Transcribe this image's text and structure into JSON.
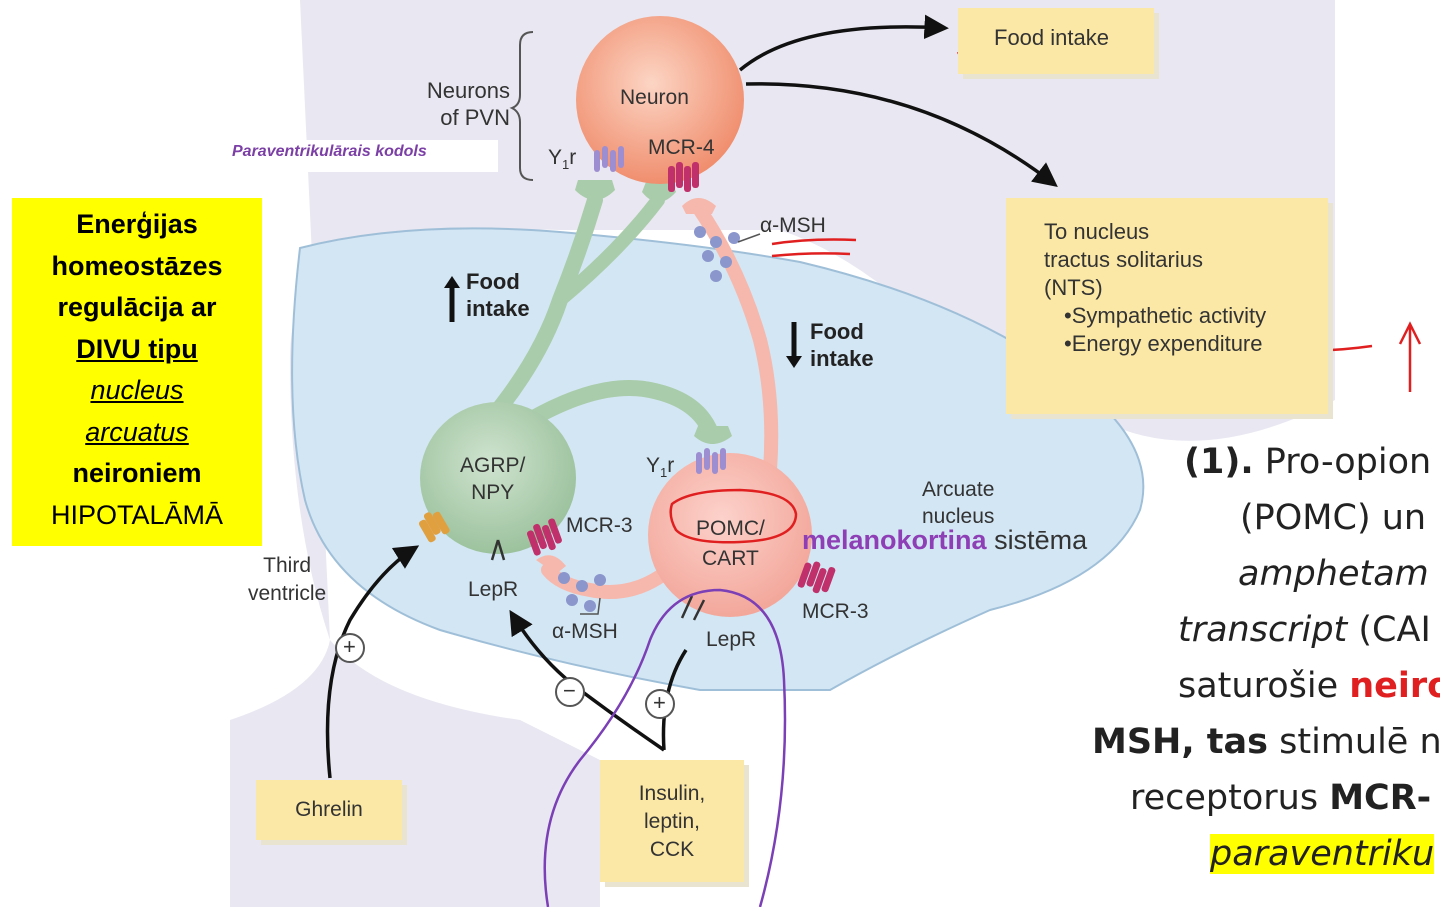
{
  "left_box": {
    "line1": "Enerģijas",
    "line2": "homeostāzes",
    "line3": "regulācija ar",
    "line4": "DIVU tipu",
    "line5": "nucleus",
    "line6": "arcuatus",
    "line7": "neironiem",
    "line8": "HIPOTALĀMĀ"
  },
  "diagram": {
    "pvn_label_1": "Neurons",
    "pvn_label_2": "of PVN",
    "pvn_latvian": "Paraventrikulārais kodols",
    "neuron": "Neuron",
    "y1r_top": "Y",
    "y1r_top_sub": "1",
    "y1r_top_suffix": "r",
    "mcr4": "MCR-4",
    "alpha_msh_top": "α-MSH",
    "food_intake_note": "Food intake",
    "food_up_1": "Food",
    "food_up_2": "intake",
    "food_down_1": "Food",
    "food_down_2": "intake",
    "nts_1": "To nucleus",
    "nts_2": "tractus solitarius",
    "nts_3": "(NTS)",
    "nts_4": "•Sympathetic activity",
    "nts_5": "•Energy expenditure",
    "agrp_1": "AGRP/",
    "agrp_2": "NPY",
    "y1r_mid": "Y",
    "y1r_mid_sub": "1",
    "y1r_mid_suffix": "r",
    "mcr3_left": "MCR-3",
    "pomc_1": "POMC/",
    "pomc_2": "CART",
    "arcuate_1": "Arcuate",
    "arcuate_2": "nucleus",
    "melanokortina": "melanokortina",
    "sistema": "sistēma",
    "mcr3_right": "MCR-3",
    "third_1": "Third",
    "third_2": "ventricle",
    "lepr_left": "LepR",
    "lepr_right": "LepR",
    "alpha_msh_bottom": "α-MSH",
    "ghrelin": "Ghrelin",
    "insulin_1": "Insulin,",
    "insulin_2": "leptin,",
    "insulin_3": "CCK",
    "plus": "+",
    "minus": "−"
  },
  "right_text": {
    "l1a": "(1).",
    "l1b": " Pro-opion",
    "l2": "(POMC) un",
    "l3": "amphetam",
    "l4a": "transcript",
    "l4b": " (CAI",
    "l5a": "saturošie ",
    "l5b": "neiro",
    "l6a": "MSH, tas",
    "l6b": " stimulē n",
    "l7a": "receptorus ",
    "l7b": "MCR-",
    "l8": "paraventriku"
  },
  "colors": {
    "highlight_yellow": "#ffff00",
    "note_fill": "#fbe8a6",
    "arcuate_fill": "#d3e6f4",
    "agrp_green": "#a9ccaa",
    "pomc_pink": "#f6b8ad",
    "neuron_orange": "#f2a48a",
    "receptor_magenta": "#c0306a",
    "annotation_red": "#e02020",
    "annotation_purple": "#7b3fb6"
  }
}
